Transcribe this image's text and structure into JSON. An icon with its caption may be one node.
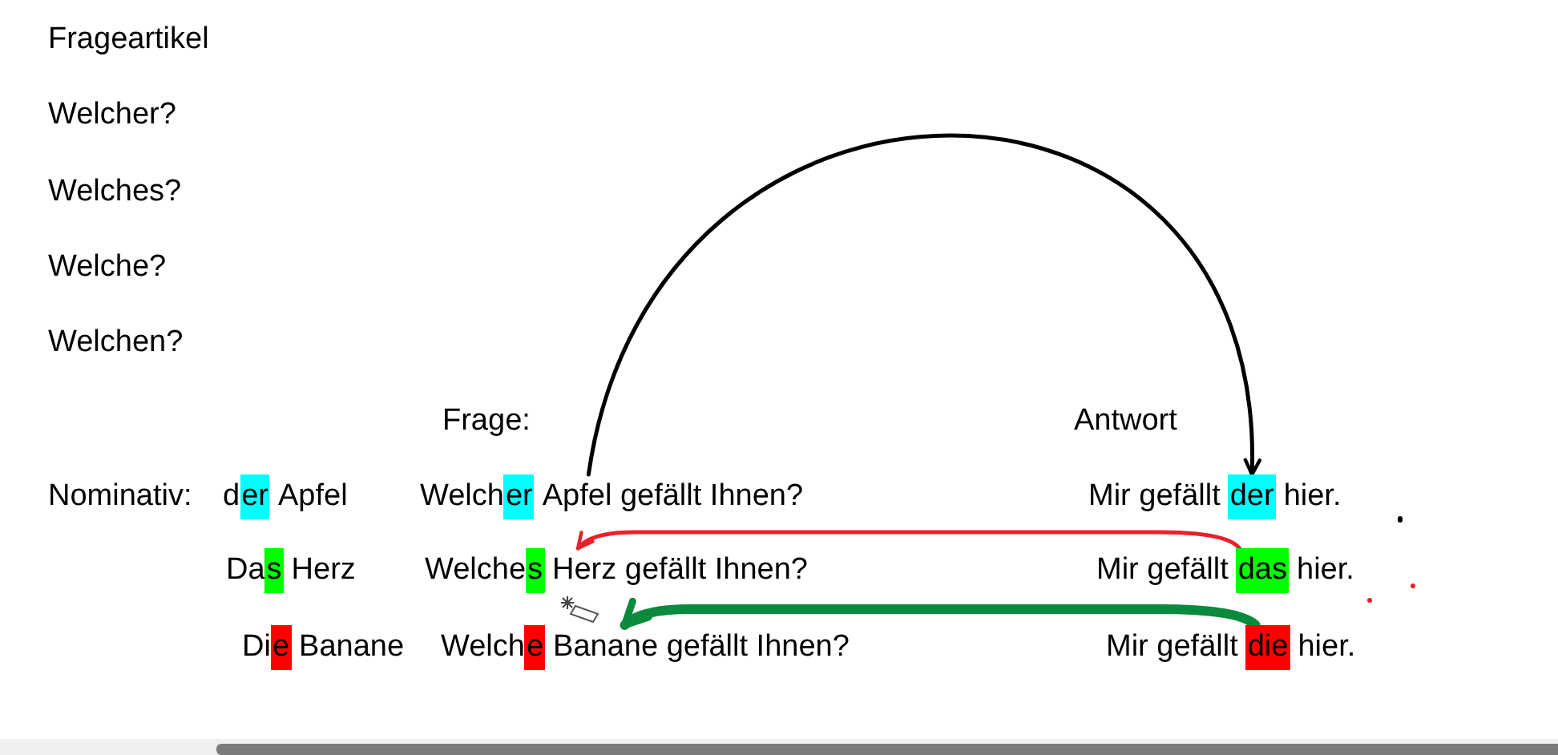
{
  "diagram": {
    "title": "Frageartikel",
    "nodes": [
      {
        "text": [
          "d",
          "Apfel"
        ]
      },
      {
        "text": [
          "er"
        ],
        "in": 0
      },
      {
        "text": [
          "Welch",
          "Apfel gefällt Ihnen?"
        ]
      },
      {
        "text": [
          "er"
        ],
        "in": 2
      },
      {
        "text": [
          "Mir gefällt",
          "hier."
        ]
      },
      {
        "text": [
          "der"
        ],
        "in": 4
      },
      {
        "text": [
          "Da",
          "Herz"
        ]
      },
      {
        "text": [
          "s"
        ],
        "in": 6
      },
      {
        "text": [
          "Welche",
          "Herz gefällt Ihnen?"
        ]
      },
      {
        "text": [
          "s"
        ],
        "in": 8
      },
      {
        "text": [
          "Mir gefällt",
          "hier."
        ]
      },
      {
        "text": [
          "das"
        ],
        "in": 10
      },
      {
        "text": [
          "Di",
          "Banane"
        ]
      },
      {
        "text": [
          "e"
        ],
        "in": 12
      },
      {
        "text": [
          "Welch",
          "Banane gefällt Ihnen?"
        ]
      },
      {
        "text": [
          "e"
        ],
        "in": 14
      },
      {
        "text": [
          "Mir gefällt",
          "hier."
        ]
      },
      {
        "text": [
          "die"
        ],
        "in": 16
      }
    ],
    "edges": [
      {
        "from": 2,
        "to": 5,
        "arrow": "to"
      },
      {
        "from": 11,
        "to": 8,
        "arrow": "to",
        "color": "#e8202a"
      },
      {
        "from": 17,
        "to": 14,
        "arrow": "to",
        "style": "thick",
        "color": "#0a8a3c"
      }
    ],
    "labels": [
      "Welcher?",
      "Welches?",
      "Welche?",
      "Welchen?",
      "Frage:",
      "Antwort",
      "Nominativ:"
    ]
  }
}
